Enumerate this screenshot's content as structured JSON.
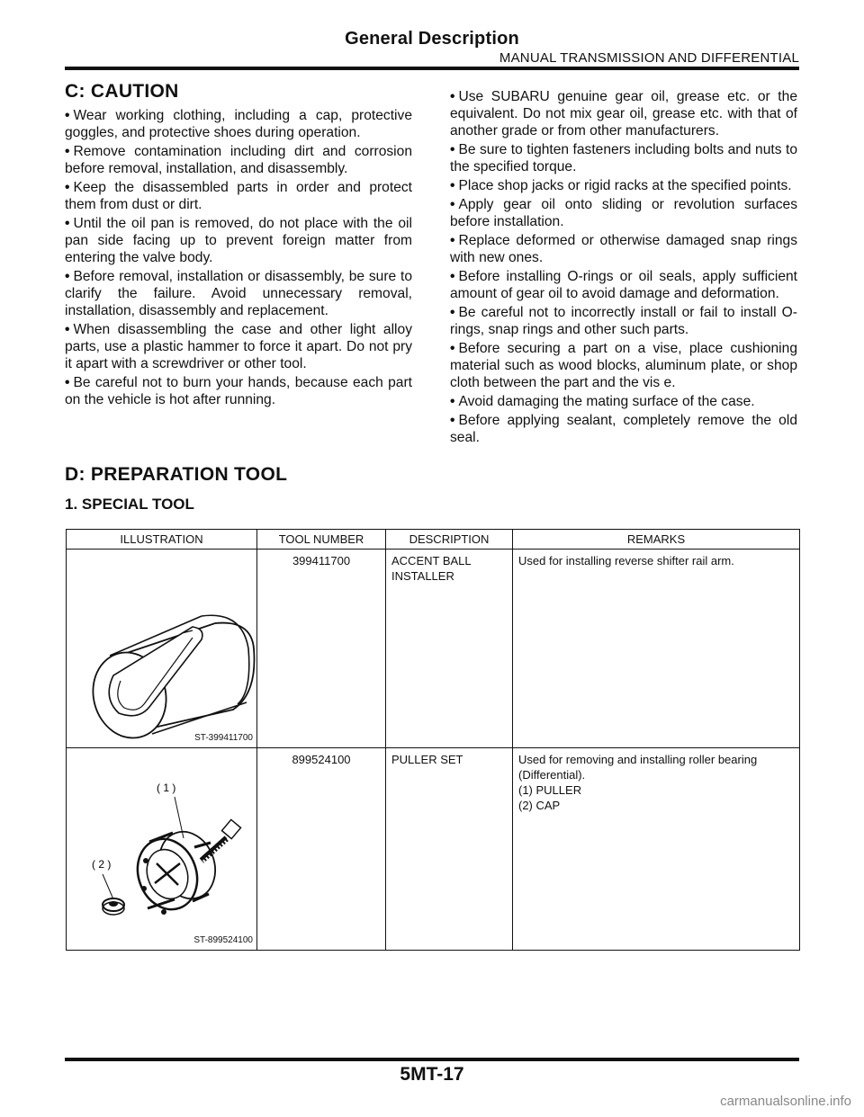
{
  "header": {
    "title": "General Description",
    "subtitle": "MANUAL TRANSMISSION AND DIFFERENTIAL"
  },
  "caution": {
    "heading": "C:  CAUTION",
    "left": [
      "Wear working clothing, including a cap, protective goggles, and protective shoes during operation.",
      "Remove contamination including dirt and corrosion before removal, installation, and disassembly.",
      "Keep the disassembled parts in order and protect them from dust or dirt.",
      "Until the oil pan is removed, do not place with the oil pan side facing up to prevent foreign matter from entering the valve body.",
      "Before removal, installation or disassembly, be sure to clarify the failure. Avoid unnecessary removal, installation, disassembly and replacement.",
      "When disassembling the case and other light alloy parts, use a plastic hammer to force it apart. Do not pry it apart with a screwdriver or other tool.",
      "Be careful not to burn your hands, because each part on the vehicle is hot after running."
    ],
    "right": [
      "Use SUBARU genuine gear oil, grease etc. or the equivalent. Do not mix gear oil, grease etc. with that of another grade or from other manufacturers.",
      "Be sure to tighten fasteners including bolts and nuts to the specified torque.",
      "Place shop jacks or rigid racks at the specified points.",
      "Apply gear oil onto sliding or revolution surfaces before installation.",
      "Replace deformed or otherwise damaged snap rings with new ones.",
      "Before installing O-rings or oil seals, apply sufficient amount of gear oil to avoid damage and deformation.",
      "Be careful not to incorrectly install or fail to install O-rings, snap rings and other such parts.",
      "Before securing a part on a vise, place cushioning material such as wood blocks, aluminum plate, or shop cloth between the part and the vis e.",
      "Avoid damaging the mating surface of the case.",
      "Before applying sealant, completely remove the old seal."
    ]
  },
  "prep": {
    "heading": "D:  PREPARATION TOOL",
    "sub_heading": "1.  SPECIAL TOOL"
  },
  "table": {
    "headers": [
      "ILLUSTRATION",
      "TOOL NUMBER",
      "DESCRIPTION",
      "REMARKS"
    ],
    "rows": [
      {
        "caption": "ST-399411700",
        "tool_number": "399411700",
        "description_lines": [
          "ACCENT BALL",
          "INSTALLER"
        ],
        "remarks_lines": [
          "Used for installing reverse shifter rail arm."
        ]
      },
      {
        "caption": "ST-899524100",
        "tool_number": "899524100",
        "description_lines": [
          "PULLER SET"
        ],
        "remarks_lines": [
          "Used for removing and installing roller bearing",
          "(Differential).",
          "(1) PULLER",
          "(2) CAP"
        ],
        "callouts": [
          "( 1 )",
          "( 2 )"
        ]
      }
    ]
  },
  "footer": {
    "page": "5MT-17",
    "watermark": "carmanualsonline.info"
  }
}
